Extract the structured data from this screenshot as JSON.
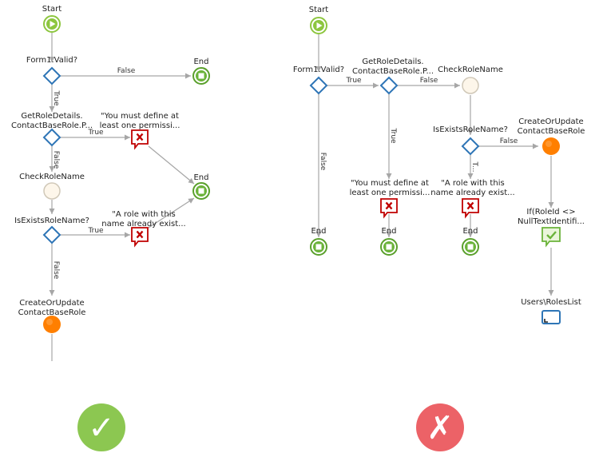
{
  "colors": {
    "edge": "#a6a6a6",
    "start": "#8dc63f",
    "end": "#5aa02c",
    "decision": "#2e75b6",
    "assign": "#ff7f00",
    "error": "#c00000",
    "check_bg": "#8cc751",
    "cross_bg": "#ec6267"
  },
  "left_flow": {
    "start": "Start",
    "form_valid": "Form1.Valid?",
    "end_top": "End",
    "get_role_1": "GetRoleDetails.",
    "get_role_2": "ContactBaseRole.P...",
    "err1_1": "\"You must define at",
    "err1_2": "least one permissi...",
    "end_mid": "End",
    "check_role": "CheckRoleName",
    "exists": "IsExistsRoleName?",
    "err2_1": "\"A role with this",
    "err2_2": "name already exist...",
    "create_1": "CreateOrUpdate",
    "create_2": "ContactBaseRole",
    "edge_false": "False",
    "edge_true_v": "True",
    "edge_true_1": "True",
    "edge_false_v": "False",
    "edge_true_2": "True",
    "edge_false_v2": "False"
  },
  "right_flow": {
    "start": "Start",
    "form_valid": "Form1.Valid?",
    "get_role_1": "GetRoleDetails.",
    "get_role_2": "ContactBaseRole.P...",
    "check_role": "CheckRoleName",
    "exists": "IsExistsRoleName?",
    "create_1": "CreateOrUpdate",
    "create_2": "ContactBaseRole",
    "err1_1": "\"You must define at",
    "err1_2": "least one permissi...",
    "err2_1": "\"A role with this",
    "err2_2": "name already exist...",
    "if_1": "If(RoleId <>",
    "if_2": "NullTextIdentifi...",
    "users_list": "Users\\RolesList",
    "end_1": "End",
    "end_2": "End",
    "end_3": "End",
    "edge_true_1": "True",
    "edge_false_1": "False",
    "edge_false_v": "False",
    "edge_true_v": "True",
    "edge_t": "T...",
    "edge_false_2": "False"
  },
  "verdicts": {
    "correct": "✓",
    "incorrect": "✗"
  }
}
